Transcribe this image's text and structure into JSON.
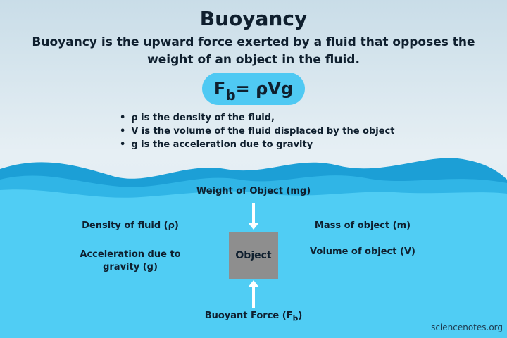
{
  "title": "Buoyancy",
  "subtitle": "Buoyancy is the upward force exerted by a fluid that opposes the weight of an object in the fluid.",
  "formula": {
    "lhs": "F",
    "subscript": "b",
    "rhs": "= ρVg"
  },
  "bullets": [
    "ρ is the density of the fluid,",
    "V is the volume of the fluid displaced by the object",
    "g is the acceleration due to gravity"
  ],
  "diagram": {
    "weight": "Weight of Object (mg)",
    "density": "Density of fluid (ρ)",
    "acceleration": "Acceleration due to gravity (g)",
    "mass": "Mass of object (m)",
    "volume": "Volume of object (V)",
    "object": "Object",
    "buoyant": "Buoyant Force (F",
    "buoyant_sub": "b",
    "buoyant_end": ")"
  },
  "credit": "sciencenotes.org",
  "colors": {
    "water": "#50cdf4",
    "wave_dark": "#1c9fd6",
    "wave_mid": "#30b5e6",
    "pill": "#4fc9f3",
    "object": "#8e8e8e",
    "text": "#0f1f2e"
  }
}
